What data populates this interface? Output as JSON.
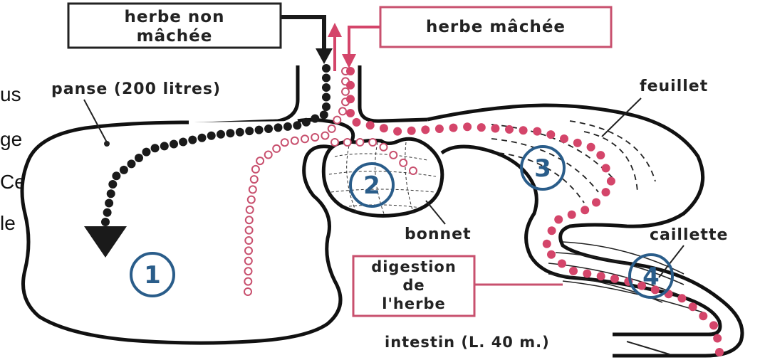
{
  "labels": {
    "herbe_non_machee_1": "herbe non",
    "herbe_non_machee_2": "mâchée",
    "herbe_machee": "herbe mâchée",
    "panse": "panse (200 litres)",
    "feuillet": "feuillet",
    "bonnet": "bonnet",
    "caillette": "caillette",
    "digestion_1": "digestion",
    "digestion_2": "de",
    "digestion_3": "l'herbe",
    "intestin": "intestin (L. 40 m.)"
  },
  "numbers": {
    "n1": "1",
    "n2": "2",
    "n3": "3",
    "n4": "4"
  },
  "side_fragments": [
    "us",
    "ge",
    "Ce",
    "le"
  ],
  "colors": {
    "pink": "#d4456a",
    "pink_hollow": "#c8506e",
    "black": "#1a1a1a",
    "blue": "#2a5d8a"
  }
}
